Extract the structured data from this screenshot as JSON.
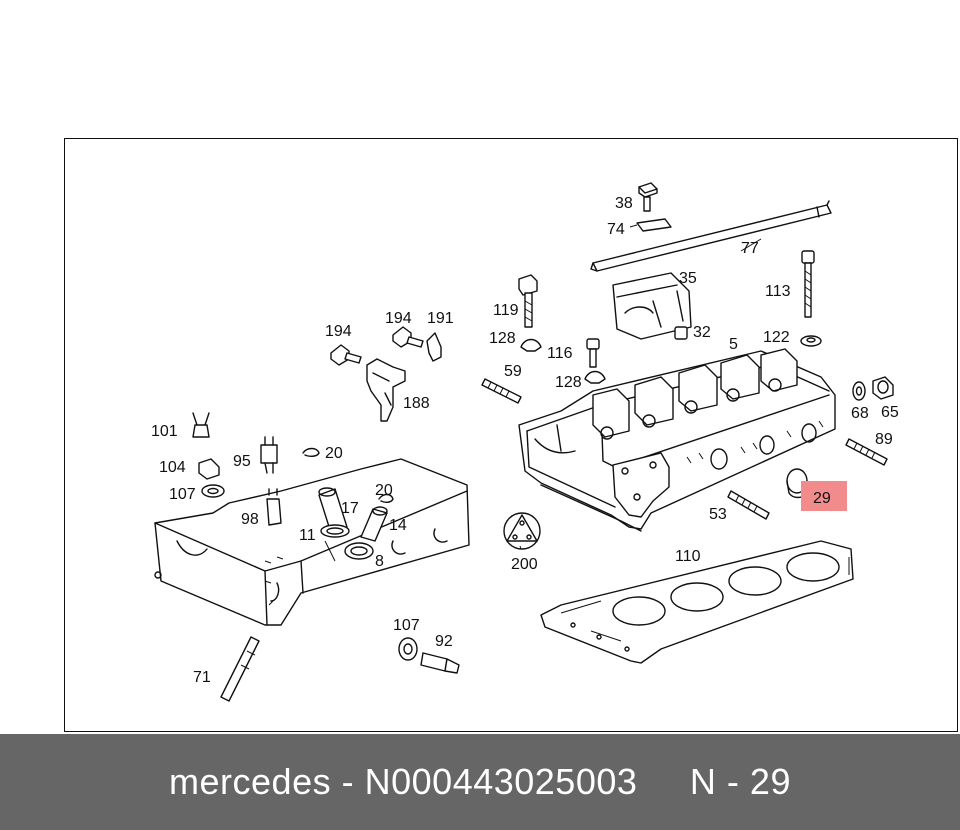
{
  "diagram": {
    "highlight_color": "#f28b8b",
    "highlighted_part": "29",
    "labels": {
      "p38": "38",
      "p74": "74",
      "p77": "77",
      "p35": "35",
      "p113": "113",
      "p119": "119",
      "p128a": "128",
      "p32": "32",
      "p122": "122",
      "p5": "5",
      "p116": "116",
      "p59": "59",
      "p128b": "128",
      "p194a": "194",
      "p194b": "194",
      "p191": "191",
      "p188": "188",
      "p68": "68",
      "p65": "65",
      "p89": "89",
      "p101": "101",
      "p95": "95",
      "p20a": "20",
      "p104": "104",
      "p107a": "107",
      "p20b": "20",
      "p17": "17",
      "p98": "98",
      "p14": "14",
      "p11": "11",
      "p8": "8",
      "p29": "29",
      "p53": "53",
      "p200": "200",
      "p110": "110",
      "p71": "71",
      "p107b": "107",
      "p92": "92"
    }
  },
  "footer": {
    "brand": "mercedes",
    "separator": "-",
    "part_number": "N000443025003",
    "ref_prefix": "N -",
    "ref_number": "29"
  }
}
